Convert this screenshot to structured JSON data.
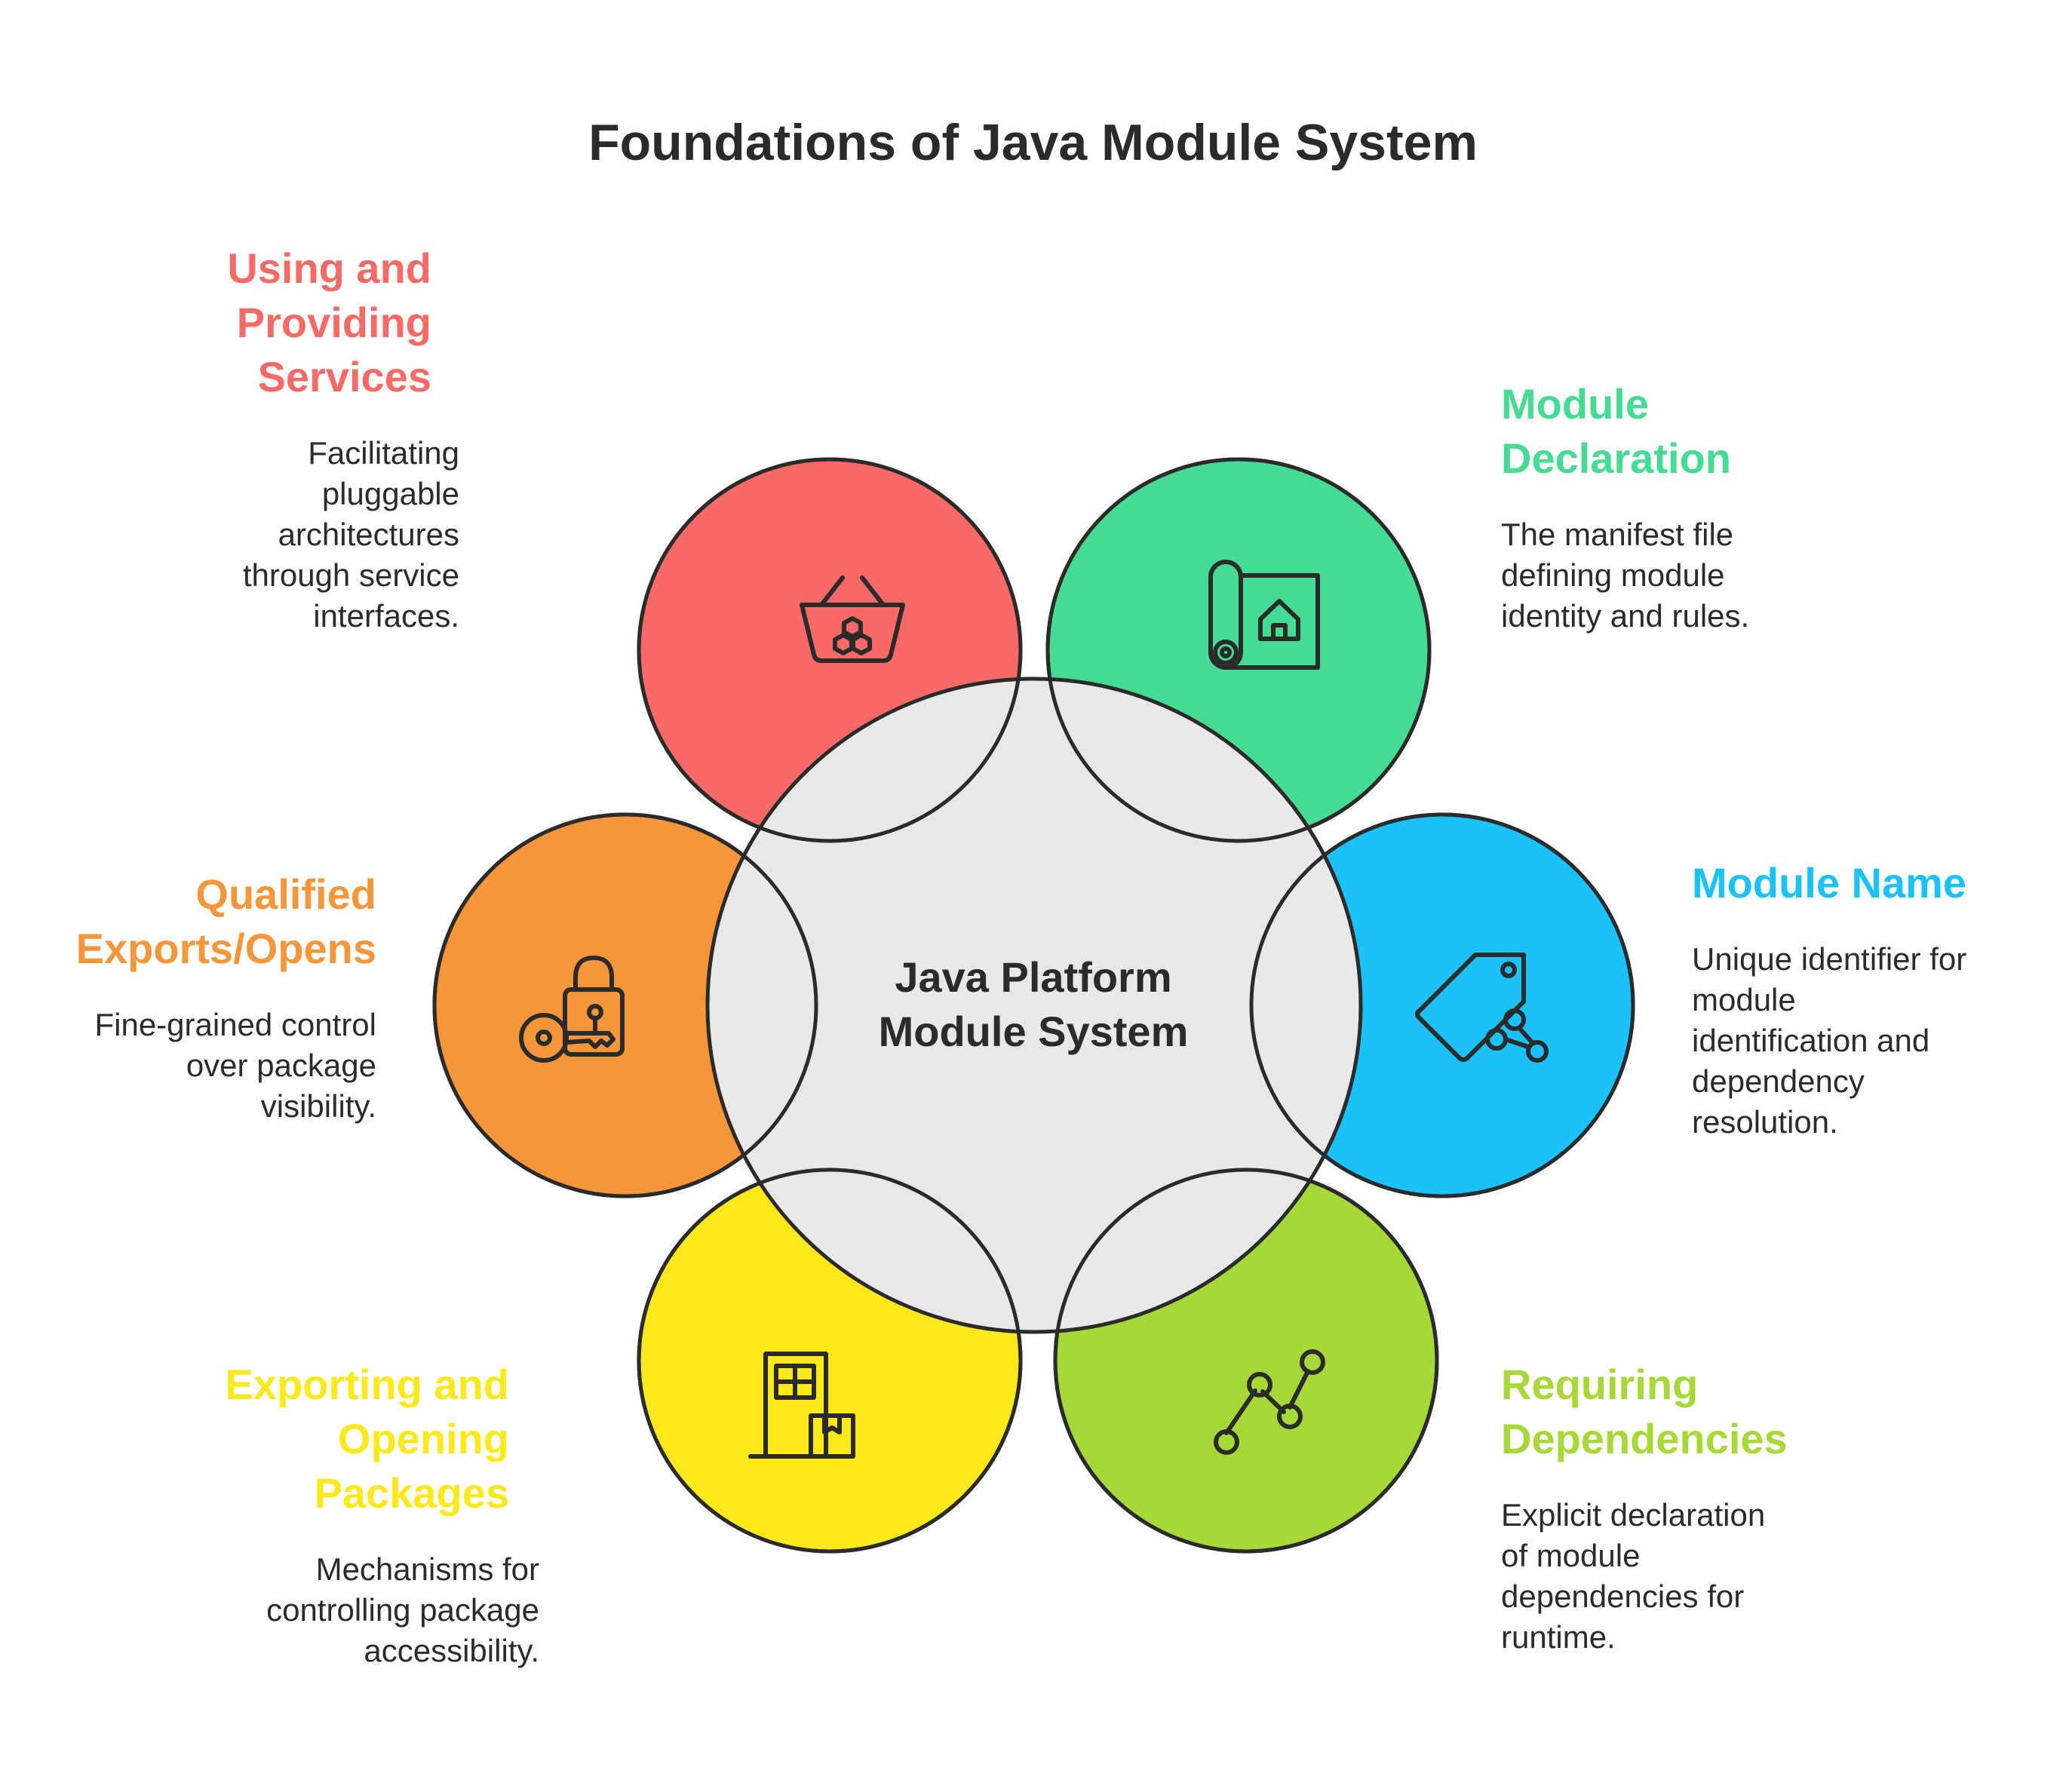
{
  "title": "Foundations of Java Module System",
  "center": {
    "line1": "Java Platform",
    "line2": "Module System"
  },
  "colors": {
    "services": "#F96A66",
    "declaration": "#45DB92",
    "name": "#1BC1F9",
    "dependencies": "#A6D938",
    "packages": "#FDE81A",
    "qualified": "#F6963A",
    "center": "#E8E8E8"
  },
  "nodes": {
    "services": {
      "icon": "basket-icon",
      "title": [
        "Using and",
        "Providing",
        "Services"
      ],
      "desc": [
        "Facilitating",
        "pluggable",
        "architectures",
        "through service",
        "interfaces."
      ]
    },
    "declaration": {
      "icon": "blueprint-icon",
      "title": [
        "Module",
        "Declaration"
      ],
      "desc": [
        "The manifest file",
        "defining module",
        "identity and rules."
      ]
    },
    "name": {
      "icon": "tag-share-icon",
      "title": [
        "Module Name"
      ],
      "desc": [
        "Unique identifier for",
        "module",
        "identification and",
        "dependency",
        "resolution."
      ]
    },
    "dependencies": {
      "icon": "line-chart-icon",
      "title": [
        "Requiring",
        "Dependencies"
      ],
      "desc": [
        "Explicit declaration",
        "of module",
        "dependencies for",
        "runtime."
      ]
    },
    "packages": {
      "icon": "warehouse-box-icon",
      "title": [
        "Exporting and",
        "Opening",
        "Packages"
      ],
      "desc": [
        "Mechanisms for",
        "controlling package",
        "accessibility."
      ]
    },
    "qualified": {
      "icon": "key-lock-icon",
      "title": [
        "Qualified",
        "Exports/Opens"
      ],
      "desc": [
        "Fine-grained control",
        "over package",
        "visibility."
      ]
    }
  }
}
